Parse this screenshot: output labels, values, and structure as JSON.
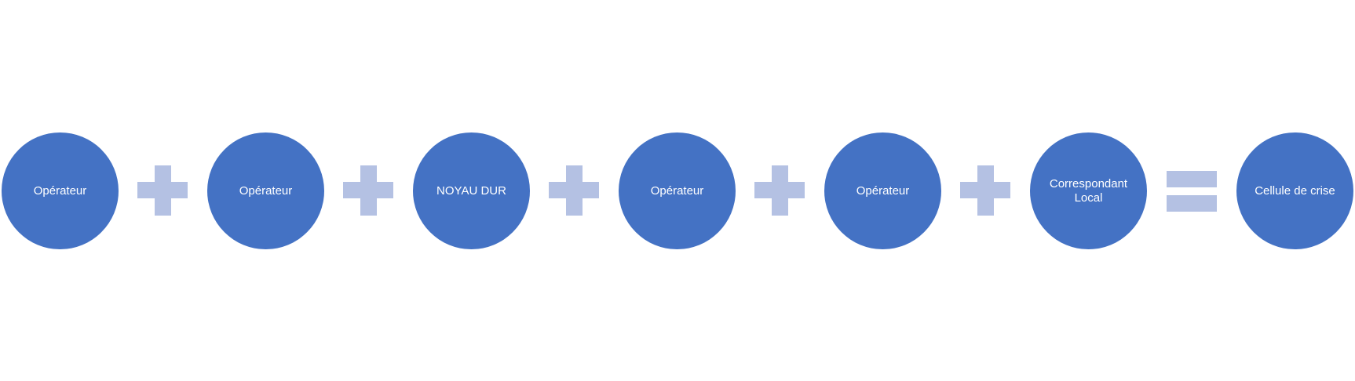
{
  "colors": {
    "node_fill": "#4472C4",
    "operator_fill": "#B4C1E3",
    "node_text": "#FFFFFF"
  },
  "nodes": [
    {
      "label": "Opérateur"
    },
    {
      "label": "Opérateur"
    },
    {
      "label": "NOYAU DUR"
    },
    {
      "label": "Opérateur"
    },
    {
      "label": "Opérateur"
    },
    {
      "label": "Correspondant Local"
    },
    {
      "label": "Cellule de crise"
    }
  ],
  "operators": [
    "plus",
    "plus",
    "plus",
    "plus",
    "plus",
    "equals"
  ]
}
